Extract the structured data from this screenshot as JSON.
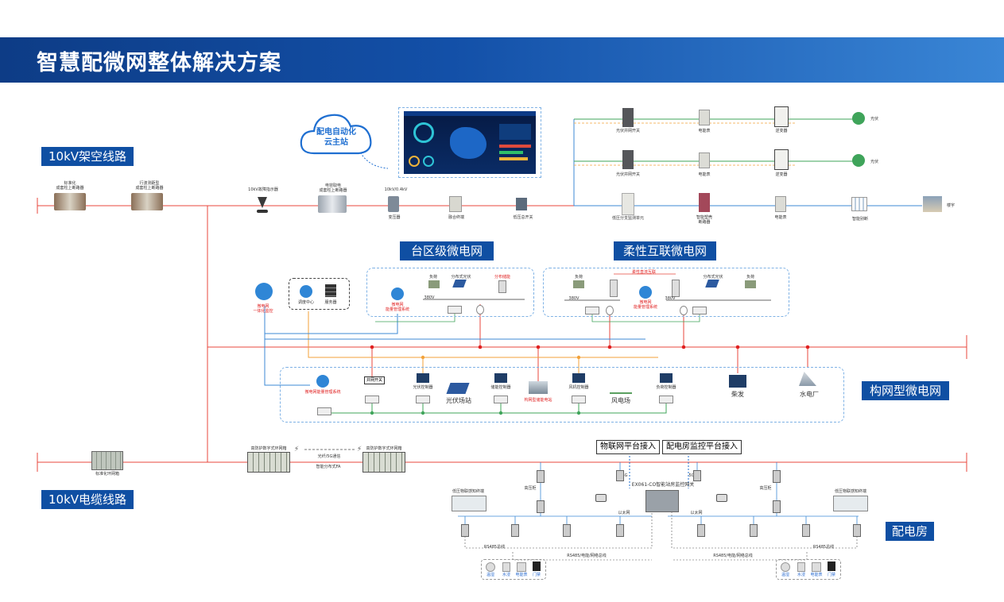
{
  "title": "智慧配微网整体解决方案",
  "cloud": {
    "line1": "配电自动化",
    "line2": "云主站"
  },
  "tags": {
    "overhead": "10kV架空线路",
    "cable": "10kV电缆线路",
    "taiqu": "台区级微电网",
    "flexible": "柔性互联微电网",
    "gouwang": "构网型微电网",
    "peidianfang": "配电房"
  },
  "overhead_line": {
    "std_switch": "标准化\n成套柱上断路器",
    "boundary_switch": "行波测距型\n成套柱上断路器",
    "fault_indicator": "10kV故障指示器",
    "cap_switch": "电容取电\n成套柱上断路器",
    "transformer_top": "10kV/0.4kV",
    "transformer": "变压器",
    "fusion_terminal": "融合终端",
    "lv_main_switch": "低压总开关",
    "branch_monitor": "低压分支监测单元",
    "smart_breaker": "智能塑壳\n断路器",
    "meter": "电能表",
    "smart_switch": "智能别断",
    "building": "楼宇"
  },
  "pv_rows": [
    {
      "switch": "光伏并网开关",
      "meter": "电能表",
      "inverter": "逆变器",
      "pv": "光伏"
    },
    {
      "switch": "光伏并网开关",
      "meter": "电能表",
      "inverter": "逆变器",
      "pv": "光伏"
    }
  ],
  "taiqu_box": {
    "load": "负荷",
    "pv": "分布式光伏",
    "storage": "分布储能",
    "voltage": "380V",
    "ems": "微电网\n能量管理系统"
  },
  "flex_box": {
    "load1": "负荷",
    "pv": "分布式光伏",
    "load2": "负荷",
    "dc_link": "柔性直流互联",
    "v1": "380V",
    "v2": "380V",
    "ems": "微电网\n能量管理系统"
  },
  "left_group": {
    "integrated": "微电网\n一体化监控",
    "dispatch": "调度中心",
    "server": "服务器"
  },
  "gouwang_box": {
    "ems": "微电网能量管理系统",
    "grid_switch": "并网开关",
    "pv_ctrl": "光伏控制器",
    "storage_ctrl": "储能控制器",
    "wind_ctrl": "风机控制器",
    "load_ctrl": "负荷控制器",
    "pv_station": "光伏场站",
    "storage_station": "构网型储能电站",
    "wind_farm": "风电场",
    "diesel": "柴发",
    "hydro": "水电厂"
  },
  "cable_line": {
    "std_ring": "标准化环网箱",
    "ring_a": "高防护数字式环网箱",
    "ring_b": "高防护数字式环网箱",
    "comm": "光纤/5G通信",
    "fa": "智能分布式FA"
  },
  "platform": {
    "iot": "物联网平台接入",
    "monitor": "配电房监控平台接入"
  },
  "room": {
    "gateway": "EX061-CO智能站房监控网关",
    "left_cab": "低压物联感知终端",
    "right_cab": "低压物联感知终端",
    "hv_switch": "高压柜",
    "hv_switch2": "高压柜",
    "bus485_left": "RS485总线",
    "bus485_right": "RS485总线",
    "net_left": "RS485/电能/网络总线",
    "net_right": "RS485/电能/网络总线",
    "wireless_left": "4G",
    "wireless_right": "5G",
    "eth_left": "以太网",
    "eth_right": "以太网",
    "sensors": [
      "温湿",
      "水浸",
      "电能表",
      "门禁"
    ]
  },
  "colors": {
    "red_line": "#e8473c",
    "blue_line": "#3c8ad6",
    "orange_line": "#f3a23a",
    "green_line": "#3fa45a",
    "banner": "#0f4fa3"
  }
}
